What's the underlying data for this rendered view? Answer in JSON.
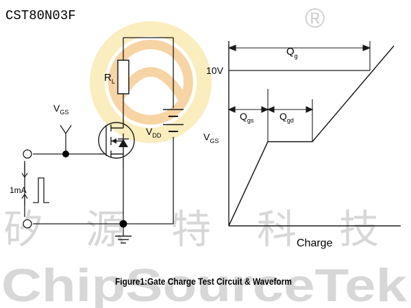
{
  "header": {
    "part_number": "CST80N03F",
    "registered_mark": "®"
  },
  "circuit": {
    "labels": {
      "vgs_main": "V",
      "vgs_sub": "GS",
      "rl_main": "R",
      "rl_sub": "L",
      "vdd_main": "V",
      "vdd_sub": "DD",
      "current": "1mA"
    }
  },
  "waveform": {
    "labels": {
      "ten_v": "10V",
      "vgs_main": "V",
      "vgs_sub": "GS",
      "qg_main": "Q",
      "qg_sub": "g",
      "qgs_main": "Q",
      "qgs_sub": "gs",
      "qgd_main": "Q",
      "qgd_sub": "gd",
      "x_axis": "Charge"
    }
  },
  "caption": "Figure1:Gate Charge Test Circuit & Waveform",
  "watermark": {
    "chinese": [
      "矽",
      "源",
      "特",
      "科",
      "技"
    ],
    "english": "ChipSourceTek"
  },
  "colors": {
    "line": "#1a1a1a",
    "watermark_gray": "#d7d7d7",
    "logo_orange": "#f2b25a",
    "logo_yellow": "#f7e08a"
  }
}
